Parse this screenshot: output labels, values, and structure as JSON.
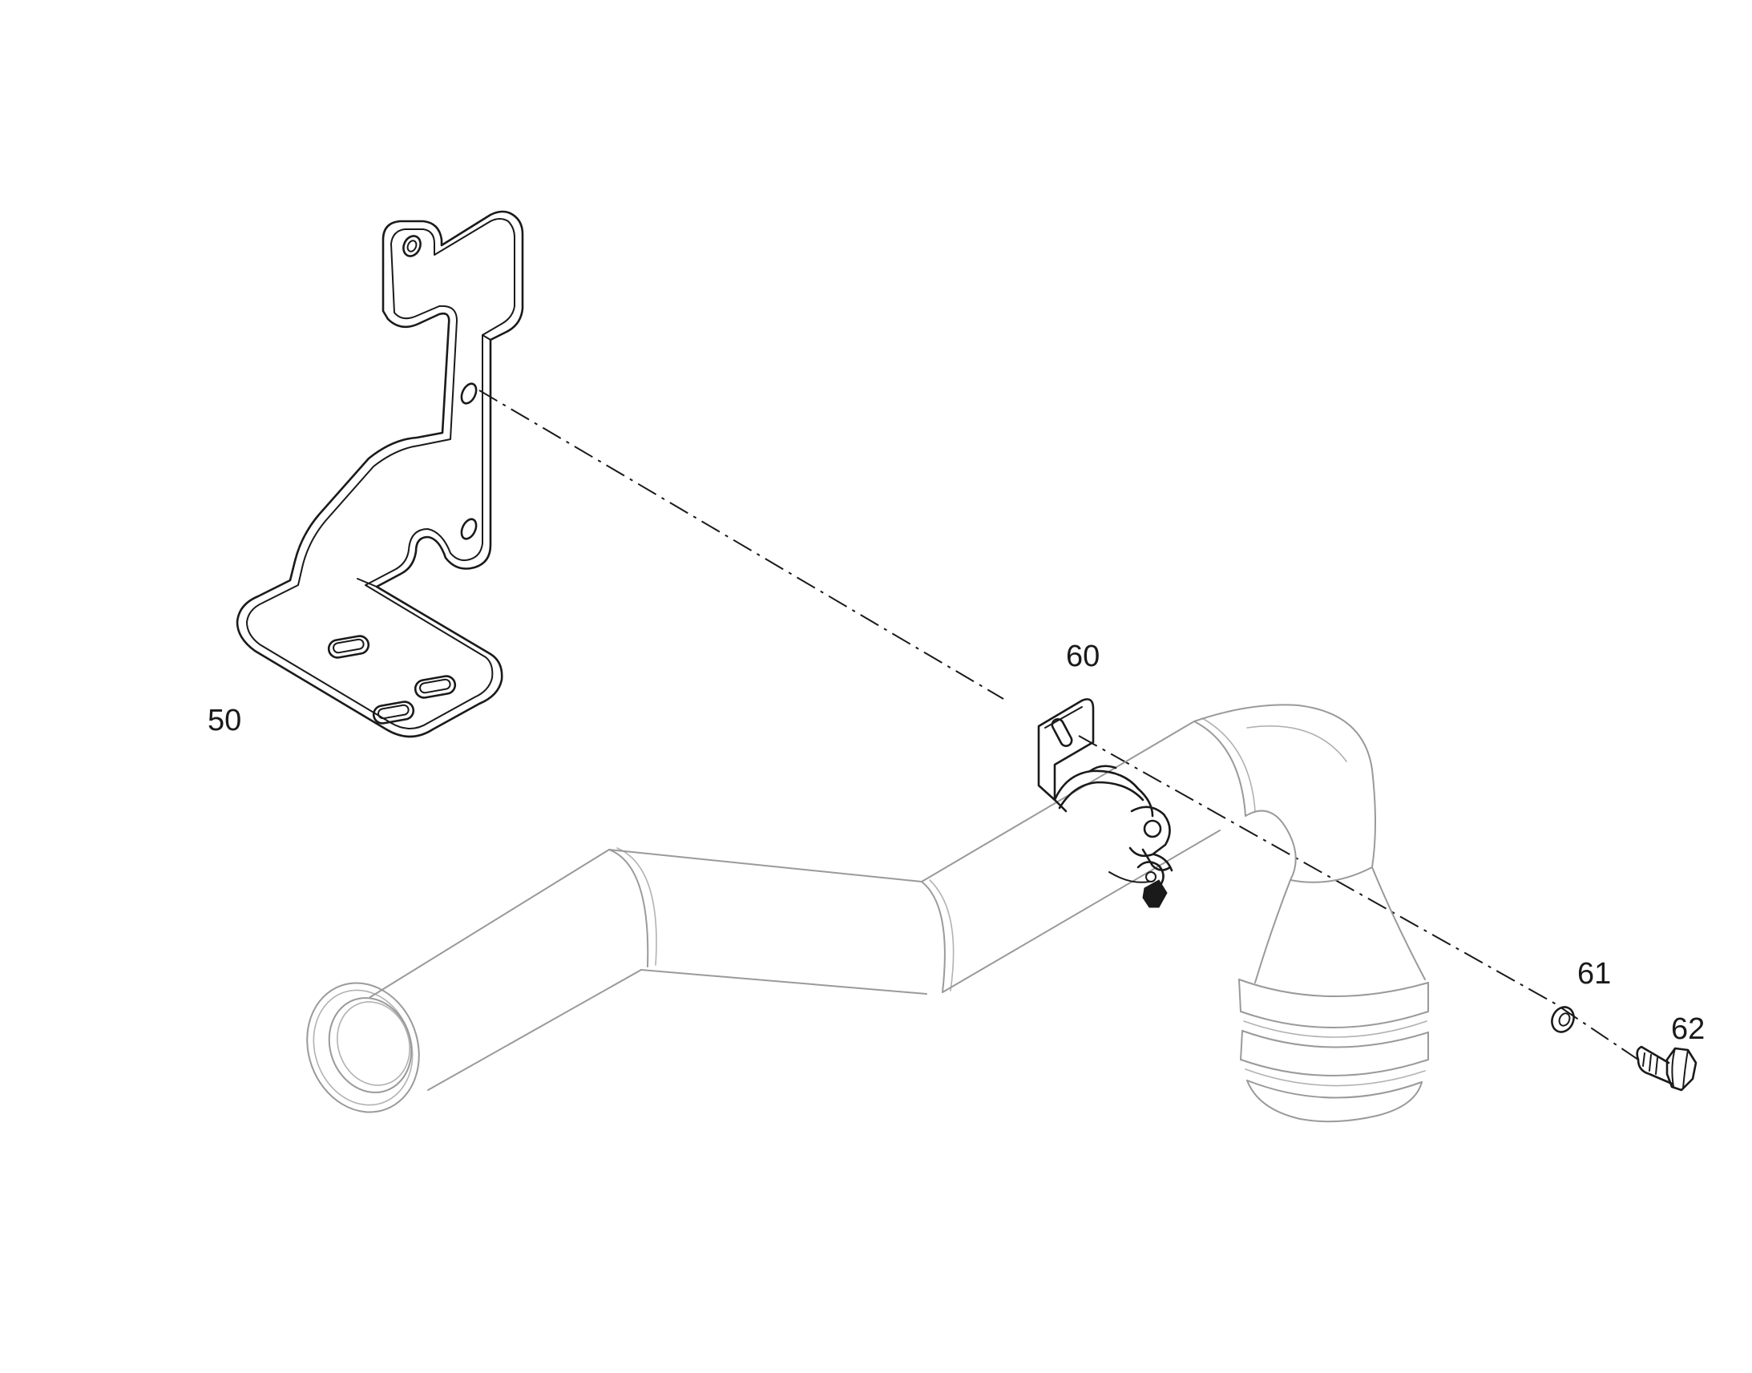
{
  "callouts": [
    {
      "id": "bracket",
      "label": "50"
    },
    {
      "id": "pipe-clamp",
      "label": "60"
    },
    {
      "id": "washer",
      "label": "61"
    },
    {
      "id": "bolt",
      "label": "62"
    }
  ],
  "colors": {
    "line": "#1a1a1a",
    "pipe": "#9a9a9a",
    "background": "#ffffff"
  }
}
